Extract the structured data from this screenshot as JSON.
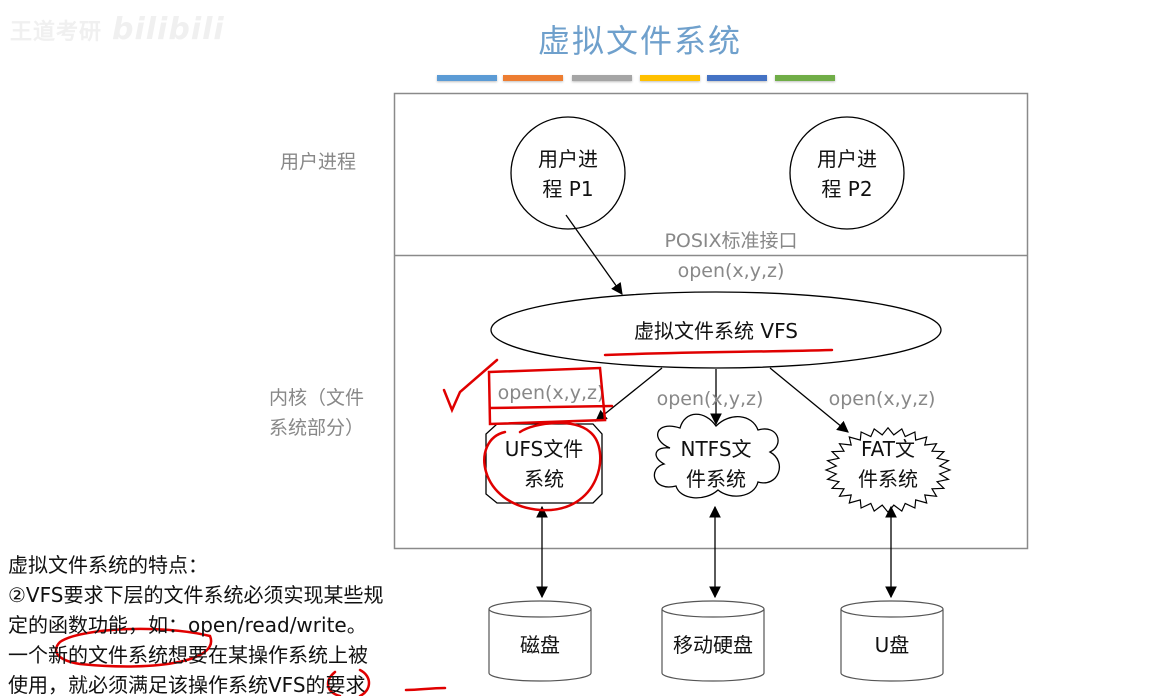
{
  "watermark": {
    "channel": "王道考研",
    "logo": "bilibili"
  },
  "header": {
    "title": "虚拟文件系统",
    "color_bars": [
      "#5b9bd5",
      "#ed7d31",
      "#a5a5a5",
      "#ffc000",
      "#4472c4",
      "#70ad47"
    ]
  },
  "diagram": {
    "layers": {
      "user": "用户进程",
      "kernel_line1": "内核（文件",
      "kernel_line2": "系统部分）"
    },
    "processes": [
      {
        "line1": "用户进",
        "line2": "程 P1"
      },
      {
        "line1": "用户进",
        "line2": "程 P2"
      }
    ],
    "interface_label": "POSIX标准接口",
    "open_call": "open(x,y,z)",
    "vfs_label": "虚拟文件系统 VFS",
    "fs_calls": [
      "open(x,y,z)",
      "open(x,y,z)",
      "open(x,y,z)"
    ],
    "filesystems": [
      {
        "line1": "UFS文件",
        "line2": "系统",
        "shape": "octagon"
      },
      {
        "line1": "NTFS文",
        "line2": "件系统",
        "shape": "cloud"
      },
      {
        "line1": "FAT文",
        "line2": "件系统",
        "shape": "starburst"
      }
    ],
    "devices": [
      "磁盘",
      "移动硬盘",
      "U盘"
    ]
  },
  "notes": {
    "heading": "虚拟文件系统的特点：",
    "lines": [
      "②VFS要求下层的文件系统必须实现某些规",
      "定的函数功能，如：open/read/write。",
      "一个新的文件系统想要在某操作系统上被",
      "使用，就必须满足该操作系统VFS的要求"
    ]
  },
  "annotation_color": "#e00000"
}
